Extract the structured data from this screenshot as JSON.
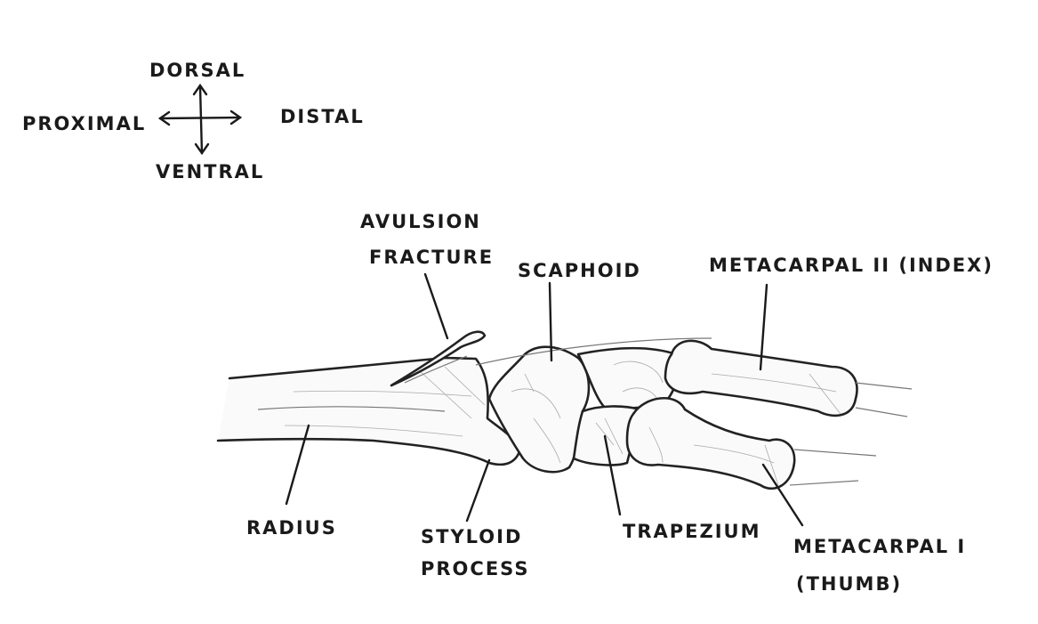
{
  "compass": {
    "up": "DORSAL",
    "down": "VENTRAL",
    "left": "PROXIMAL",
    "right": "DISTAL"
  },
  "labels": {
    "avulsion_line1": "AVULSION",
    "avulsion_line2": "FRACTURE",
    "scaphoid": "SCAPHOID",
    "metacarpal2": "METACARPAL II (INDEX)",
    "radius": "RADIUS",
    "styloid_line1": "STYLOID",
    "styloid_line2": "PROCESS",
    "trapezium": "TRAPEZIUM",
    "metacarpal1_line1": "METACARPAL I",
    "metacarpal1_line2": "(THUMB)"
  }
}
